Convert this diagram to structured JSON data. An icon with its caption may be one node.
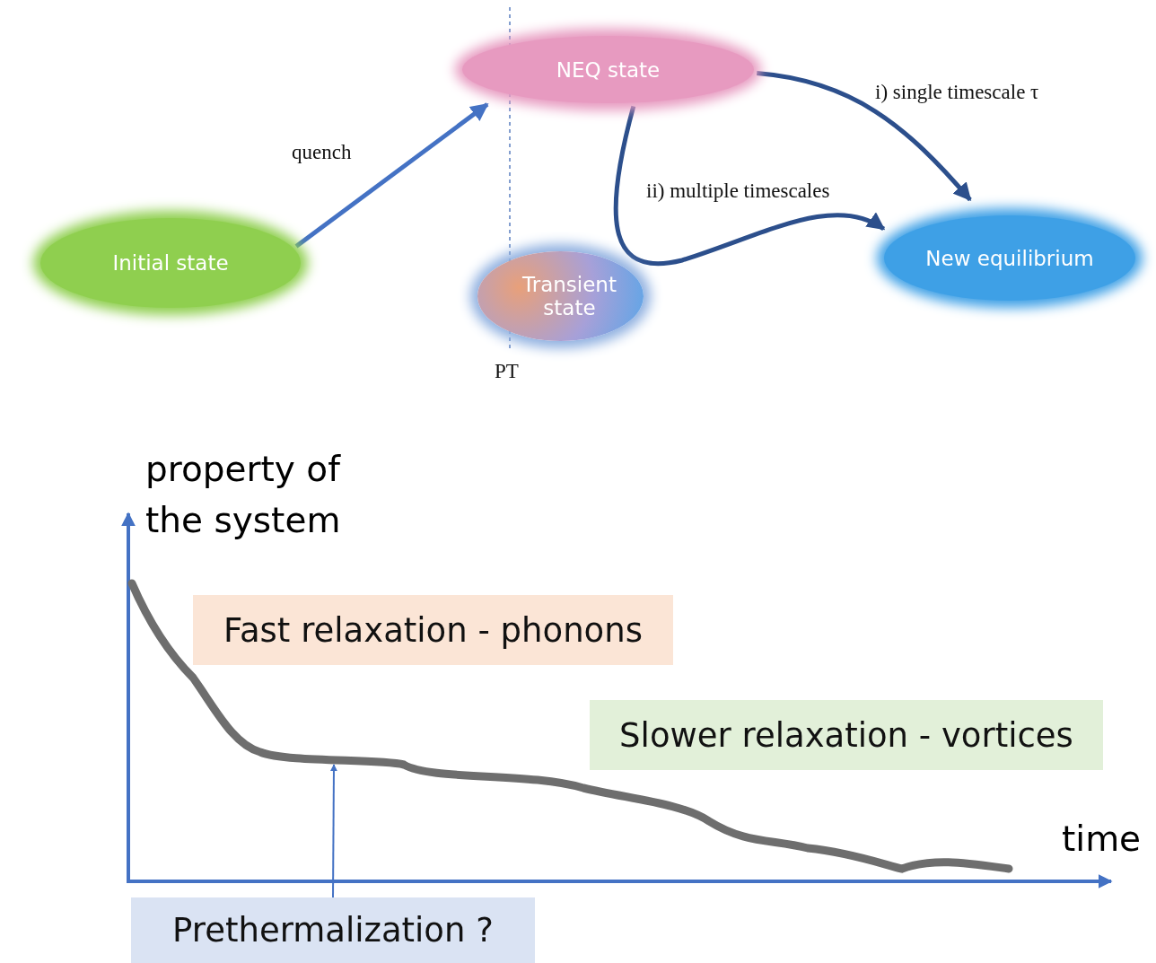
{
  "diagram": {
    "nodes": [
      {
        "text": [
          "Initial state"
        ]
      },
      {
        "text": [
          "NEQ state"
        ]
      },
      {
        "text": [
          "Transient state"
        ]
      },
      {
        "text": [
          "New equilibrium"
        ]
      },
      {
        "text": [
          "Fast relaxation - phonons"
        ]
      },
      {
        "text": [
          "Slower relaxation - vortices"
        ]
      },
      {
        "text": [
          "Prethermalization ?"
        ]
      }
    ],
    "edges": [
      {
        "from": 0,
        "to": 1,
        "arrow": "to",
        "label": "quench",
        "color": "#4472c4"
      },
      {
        "from": 1,
        "to": 3,
        "arrow": "to",
        "label": "i) single timescale τ"
      },
      {
        "from": 1,
        "to": 3,
        "arrow": "to",
        "label": "ii) multiple timescales"
      },
      {
        "from": 6,
        "to": null,
        "arrow": "to",
        "color": "#4472c4"
      }
    ],
    "labels": [
      "PT",
      "property of the system",
      "time"
    ]
  }
}
